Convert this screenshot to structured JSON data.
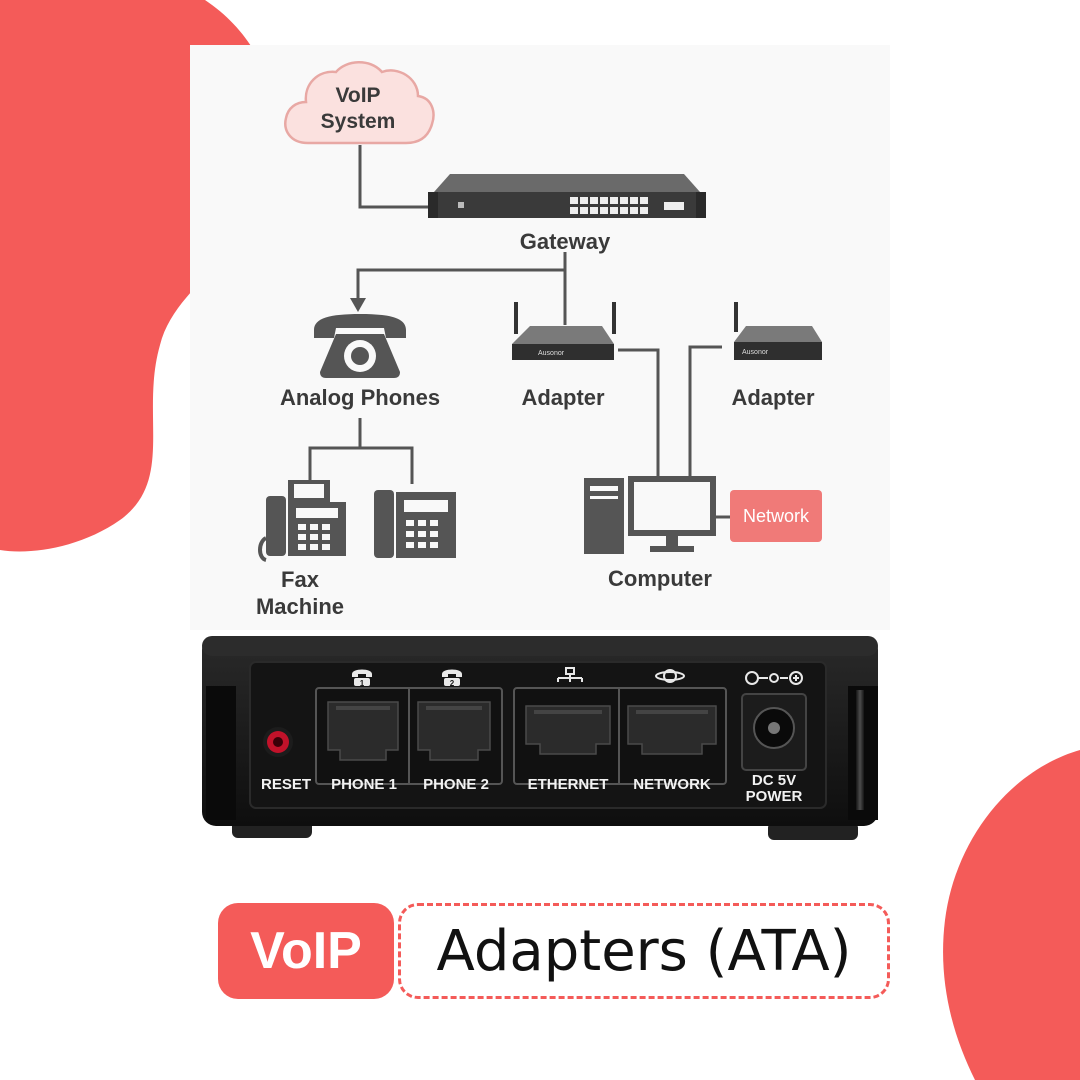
{
  "colors": {
    "accent": "#f45b59",
    "diagram_gray": "#555555",
    "label_gray": "#3a3a3a",
    "device_black": "#161616"
  },
  "diagram": {
    "cloud_label_line1": "VoIP",
    "cloud_label_line2": "System",
    "gateway_label": "Gateway",
    "analog_phones_label": "Analog Phones",
    "adapter_left_label": "Adapter",
    "adapter_right_label": "Adapter",
    "adapter_brand": "Ausonor",
    "fax_label_line1": "Fax",
    "fax_label_line2": "Machine",
    "network_label": "Network",
    "computer_label": "Computer"
  },
  "device": {
    "ports": {
      "reset": "RESET",
      "phone1": "PHONE 1",
      "phone2": "PHONE 2",
      "ethernet": "ETHERNET",
      "network": "NETWORK",
      "power_line1": "DC 5V",
      "power_line2": "POWER"
    },
    "phone1_num": "1",
    "phone2_num": "2"
  },
  "title": {
    "highlight": "VoIP",
    "rest": "Adapters (ATA)"
  }
}
